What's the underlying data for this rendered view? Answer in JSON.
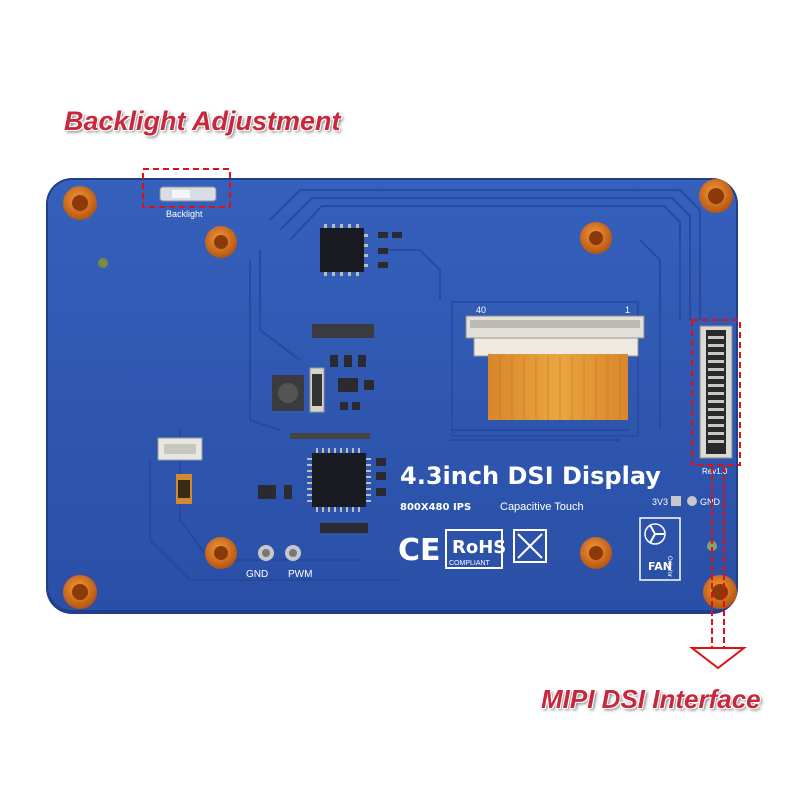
{
  "callouts": {
    "backlight_adjustment": "Backlight Adjustment",
    "mipi_dsi_interface": "MIPI DSI Interface"
  },
  "board": {
    "title": "4.3inch DSI Display",
    "resolution": "800X480 IPS",
    "touch": "Capacitive Touch",
    "backlight_label": "Backlight",
    "gnd_label": "GND",
    "pwm_label": "PWM",
    "pin_3v3": "3V3",
    "pin_gnd": "GND",
    "revision": "Rev1.0",
    "fpc_pin_40": "40",
    "fpc_pin_1": "1",
    "fan_label": "FAN",
    "fan_note": "Only for",
    "rohs_label": "RoHS",
    "rohs_compliant": "COMPLIANT"
  },
  "colors": {
    "pcb_blue": "#2f56b0",
    "pcb_blue_dark": "#24479a",
    "standoff_orange": "#d86a12",
    "flex_cable": "#e39a2a",
    "callout_red": "#c8283c",
    "highlight_red": "#e01010"
  }
}
